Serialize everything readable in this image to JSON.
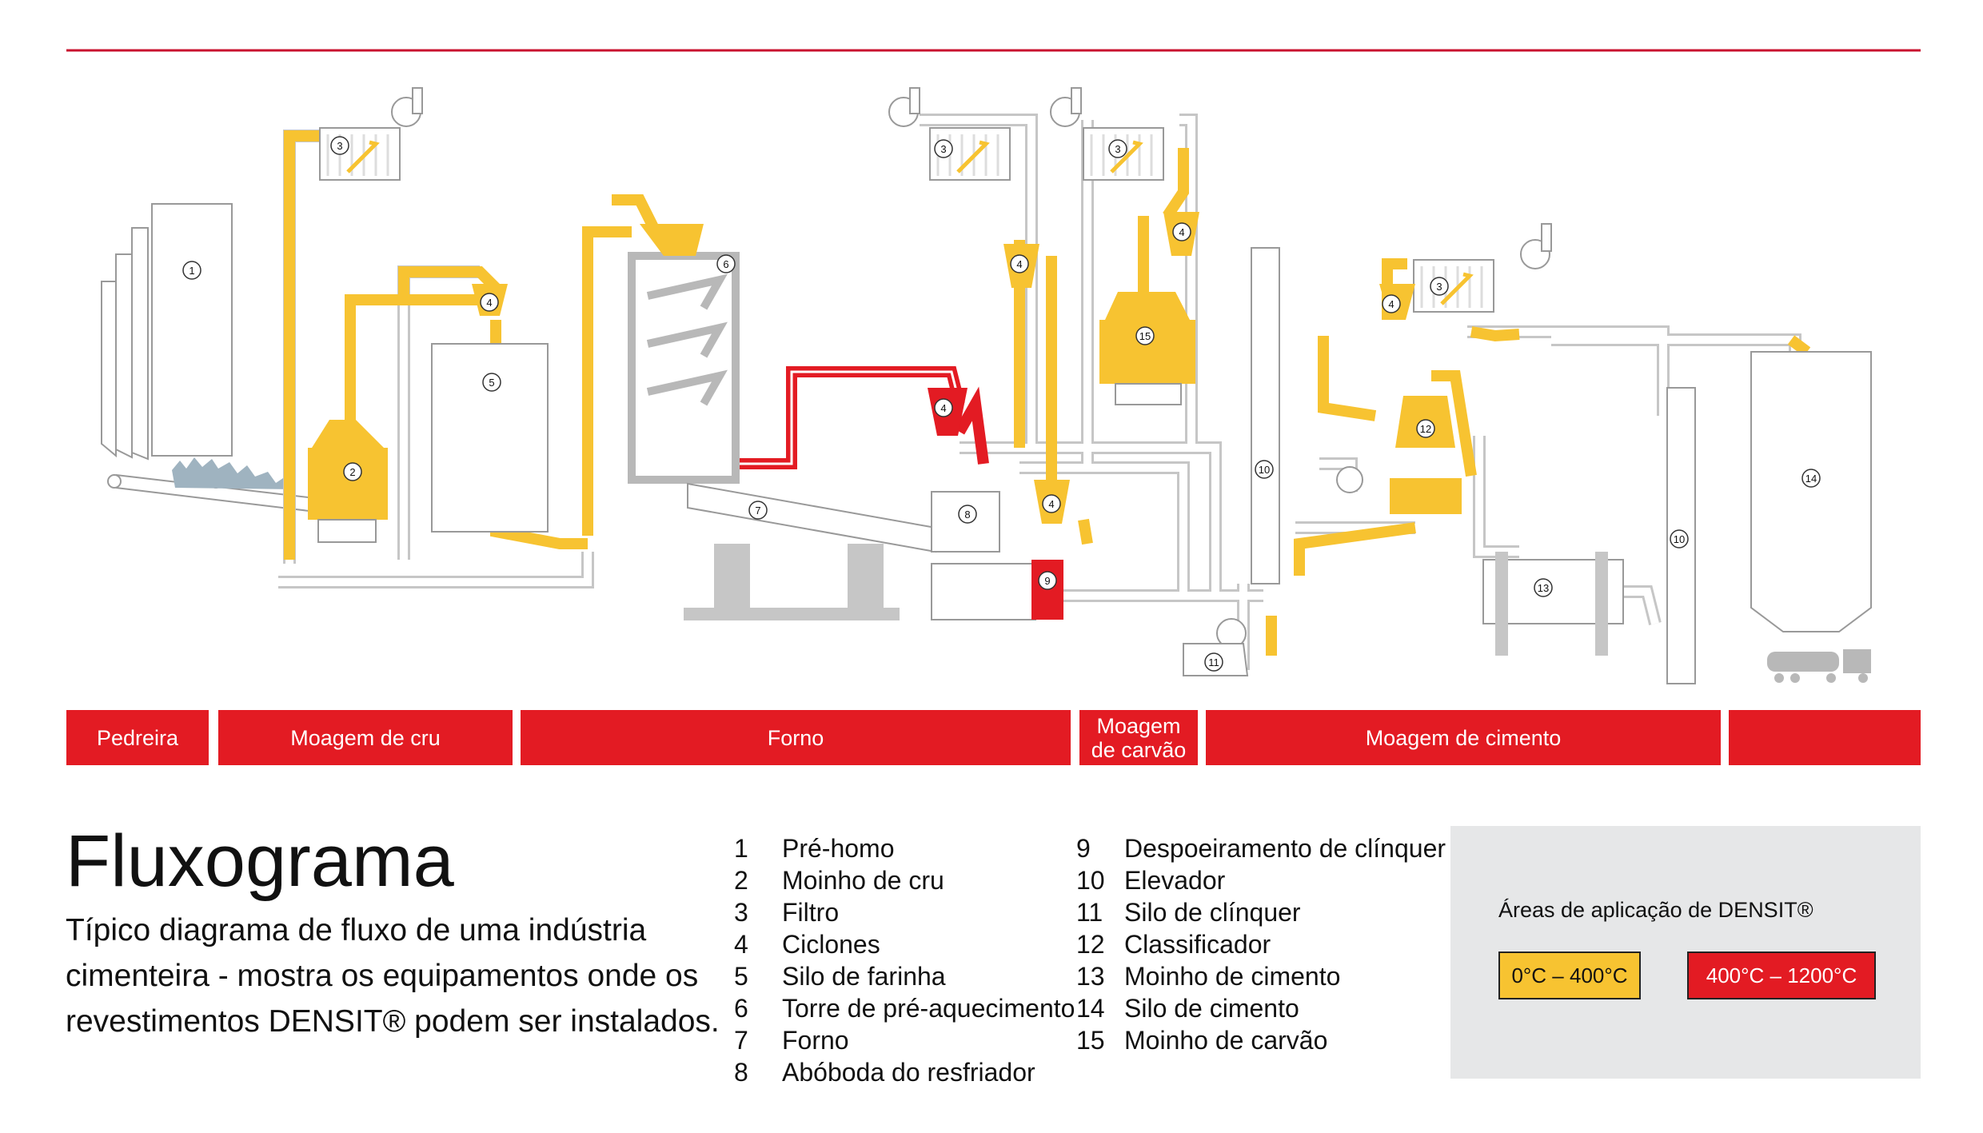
{
  "diagram": {
    "unit_numbers": [
      "1",
      "2",
      "3",
      "4",
      "5",
      "6",
      "7",
      "8",
      "9",
      "10",
      "11",
      "12",
      "13",
      "14",
      "15"
    ]
  },
  "colors": {
    "red": "#e31b23",
    "yellow": "#f7c331",
    "grey": "#cccccc",
    "box": "#e6e7e8"
  },
  "sections": [
    {
      "label": "Pedreira"
    },
    {
      "label": "Moagem de cru"
    },
    {
      "label": "Forno"
    },
    {
      "label": "Moagem de carvão"
    },
    {
      "label": "Moagem de cimento"
    },
    {
      "label": ""
    }
  ],
  "title": "Fluxograma",
  "subtitle": "Típico diagrama de fluxo de uma indústria cimenteira - mostra os equipamentos onde os revestimentos DENSIT® podem ser instalados.",
  "legend": {
    "col1": [
      {
        "num": "1",
        "label": "Pré-homo"
      },
      {
        "num": "2",
        "label": "Moinho de cru"
      },
      {
        "num": "3",
        "label": "Filtro"
      },
      {
        "num": "4",
        "label": "Ciclones"
      },
      {
        "num": "5",
        "label": "Silo de farinha"
      },
      {
        "num": "6",
        "label": "Torre de pré-aquecimento"
      },
      {
        "num": "7",
        "label": "Forno"
      },
      {
        "num": "8",
        "label": "Abóboda do resfriador"
      }
    ],
    "col2": [
      {
        "num": "9",
        "label": "Despoeiramento de clínquer"
      },
      {
        "num": "10",
        "label": "Elevador"
      },
      {
        "num": "11",
        "label": "Silo de clínquer"
      },
      {
        "num": "12",
        "label": "Classificador"
      },
      {
        "num": "13",
        "label": "Moinho de cimento"
      },
      {
        "num": "14",
        "label": "Silo de cimento"
      },
      {
        "num": "15",
        "label": "Moinho de carvão"
      }
    ]
  },
  "areas": {
    "title": "Áreas de aplicação de DENSIT®",
    "low": "0°C – 400°C",
    "high": "400°C – 1200°C"
  }
}
